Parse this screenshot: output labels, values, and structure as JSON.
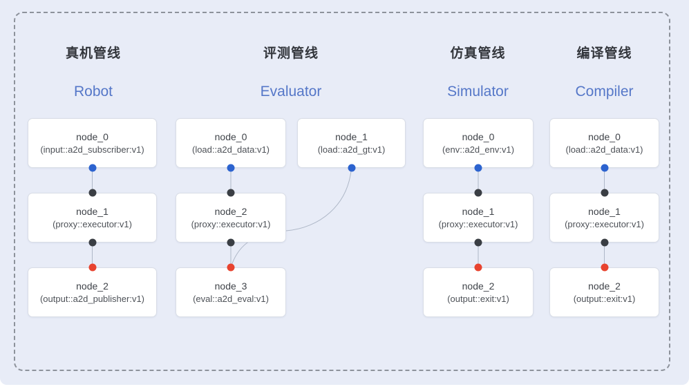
{
  "diagram": {
    "pipelines": [
      {
        "id": "robot",
        "title_zh": "真机管线",
        "title_en": "Robot",
        "nodes": [
          {
            "label": "node_0",
            "type": "(input::a2d_subscriber:v1)",
            "row": 0,
            "lane": 0
          },
          {
            "label": "node_1",
            "type": "(proxy::executor:v1)",
            "row": 1,
            "lane": 0
          },
          {
            "label": "node_2",
            "type": "(output::a2d_publisher:v1)",
            "row": 2,
            "lane": 0
          }
        ]
      },
      {
        "id": "evaluator",
        "title_zh": "评测管线",
        "title_en": "Evaluator",
        "nodes": [
          {
            "label": "node_0",
            "type": "(load::a2d_data:v1)",
            "row": 0,
            "lane": 0
          },
          {
            "label": "node_1",
            "type": "(load::a2d_gt:v1)",
            "row": 0,
            "lane": 1
          },
          {
            "label": "node_2",
            "type": "(proxy::executor:v1)",
            "row": 1,
            "lane": 0
          },
          {
            "label": "node_3",
            "type": "(eval::a2d_eval:v1)",
            "row": 2,
            "lane": 0
          }
        ],
        "extra_edge": {
          "from_node": "node_1",
          "to_node": "node_3",
          "style": "curved"
        }
      },
      {
        "id": "simulator",
        "title_zh": "仿真管线",
        "title_en": "Simulator",
        "nodes": [
          {
            "label": "node_0",
            "type": "(env::a2d_env:v1)",
            "row": 0,
            "lane": 0
          },
          {
            "label": "node_1",
            "type": "(proxy::executor:v1)",
            "row": 1,
            "lane": 0
          },
          {
            "label": "node_2",
            "type": "(output::exit:v1)",
            "row": 2,
            "lane": 0
          }
        ]
      },
      {
        "id": "compiler",
        "title_zh": "编译管线",
        "title_en": "Compiler",
        "nodes": [
          {
            "label": "node_0",
            "type": "(load::a2d_data:v1)",
            "row": 0,
            "lane": 0
          },
          {
            "label": "node_1",
            "type": "(proxy::executor:v1)",
            "row": 1,
            "lane": 0
          },
          {
            "label": "node_2",
            "type": "(output::exit:v1)",
            "row": 2,
            "lane": 0
          }
        ]
      }
    ],
    "colors": {
      "panel_background": "#e8ecf7",
      "dashed_border": "#8d929b",
      "title_accent": "#5577c8",
      "output_port_blue": "#2c63cf",
      "link_port_black": "#3a3e44",
      "input_port_red": "#e8432f",
      "edge_line": "#aeb7c7"
    }
  }
}
